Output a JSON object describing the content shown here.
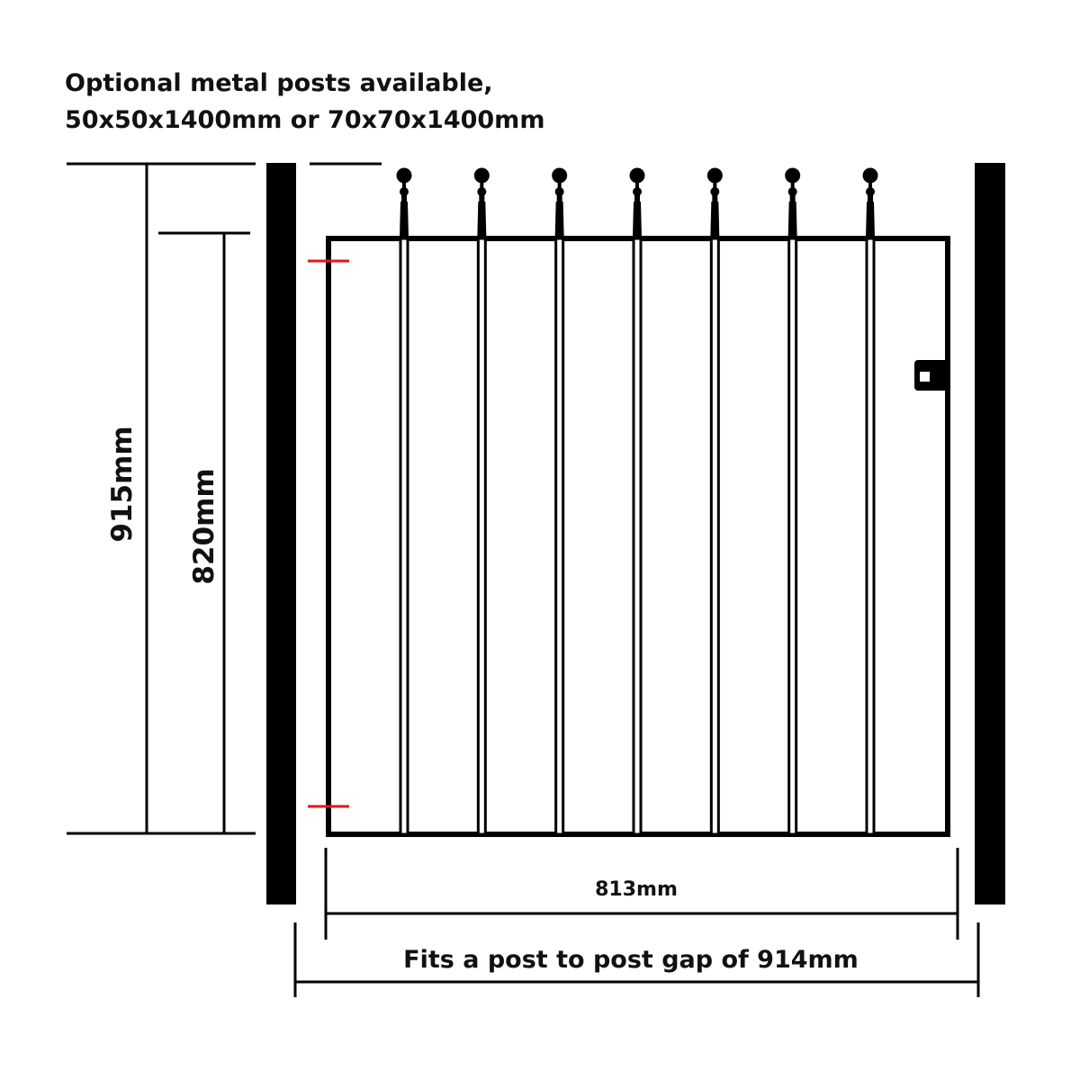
{
  "note": {
    "line1": "Optional metal posts available,",
    "line2": "50x50x1400mm or 70x70x1400mm"
  },
  "dimensions": {
    "overall_height": "915mm",
    "frame_height": "820mm",
    "gate_width": "813mm",
    "post_gap": "Fits a post to post gap of 914mm"
  },
  "gate": {
    "vertical_bars": 7,
    "finial_style": "ball-finial",
    "latch": "latch-bracket"
  },
  "colors": {
    "metal": "#000000",
    "dimension_line": "#000000",
    "hinge_marker": "#e8141b",
    "background": "#ffffff"
  }
}
